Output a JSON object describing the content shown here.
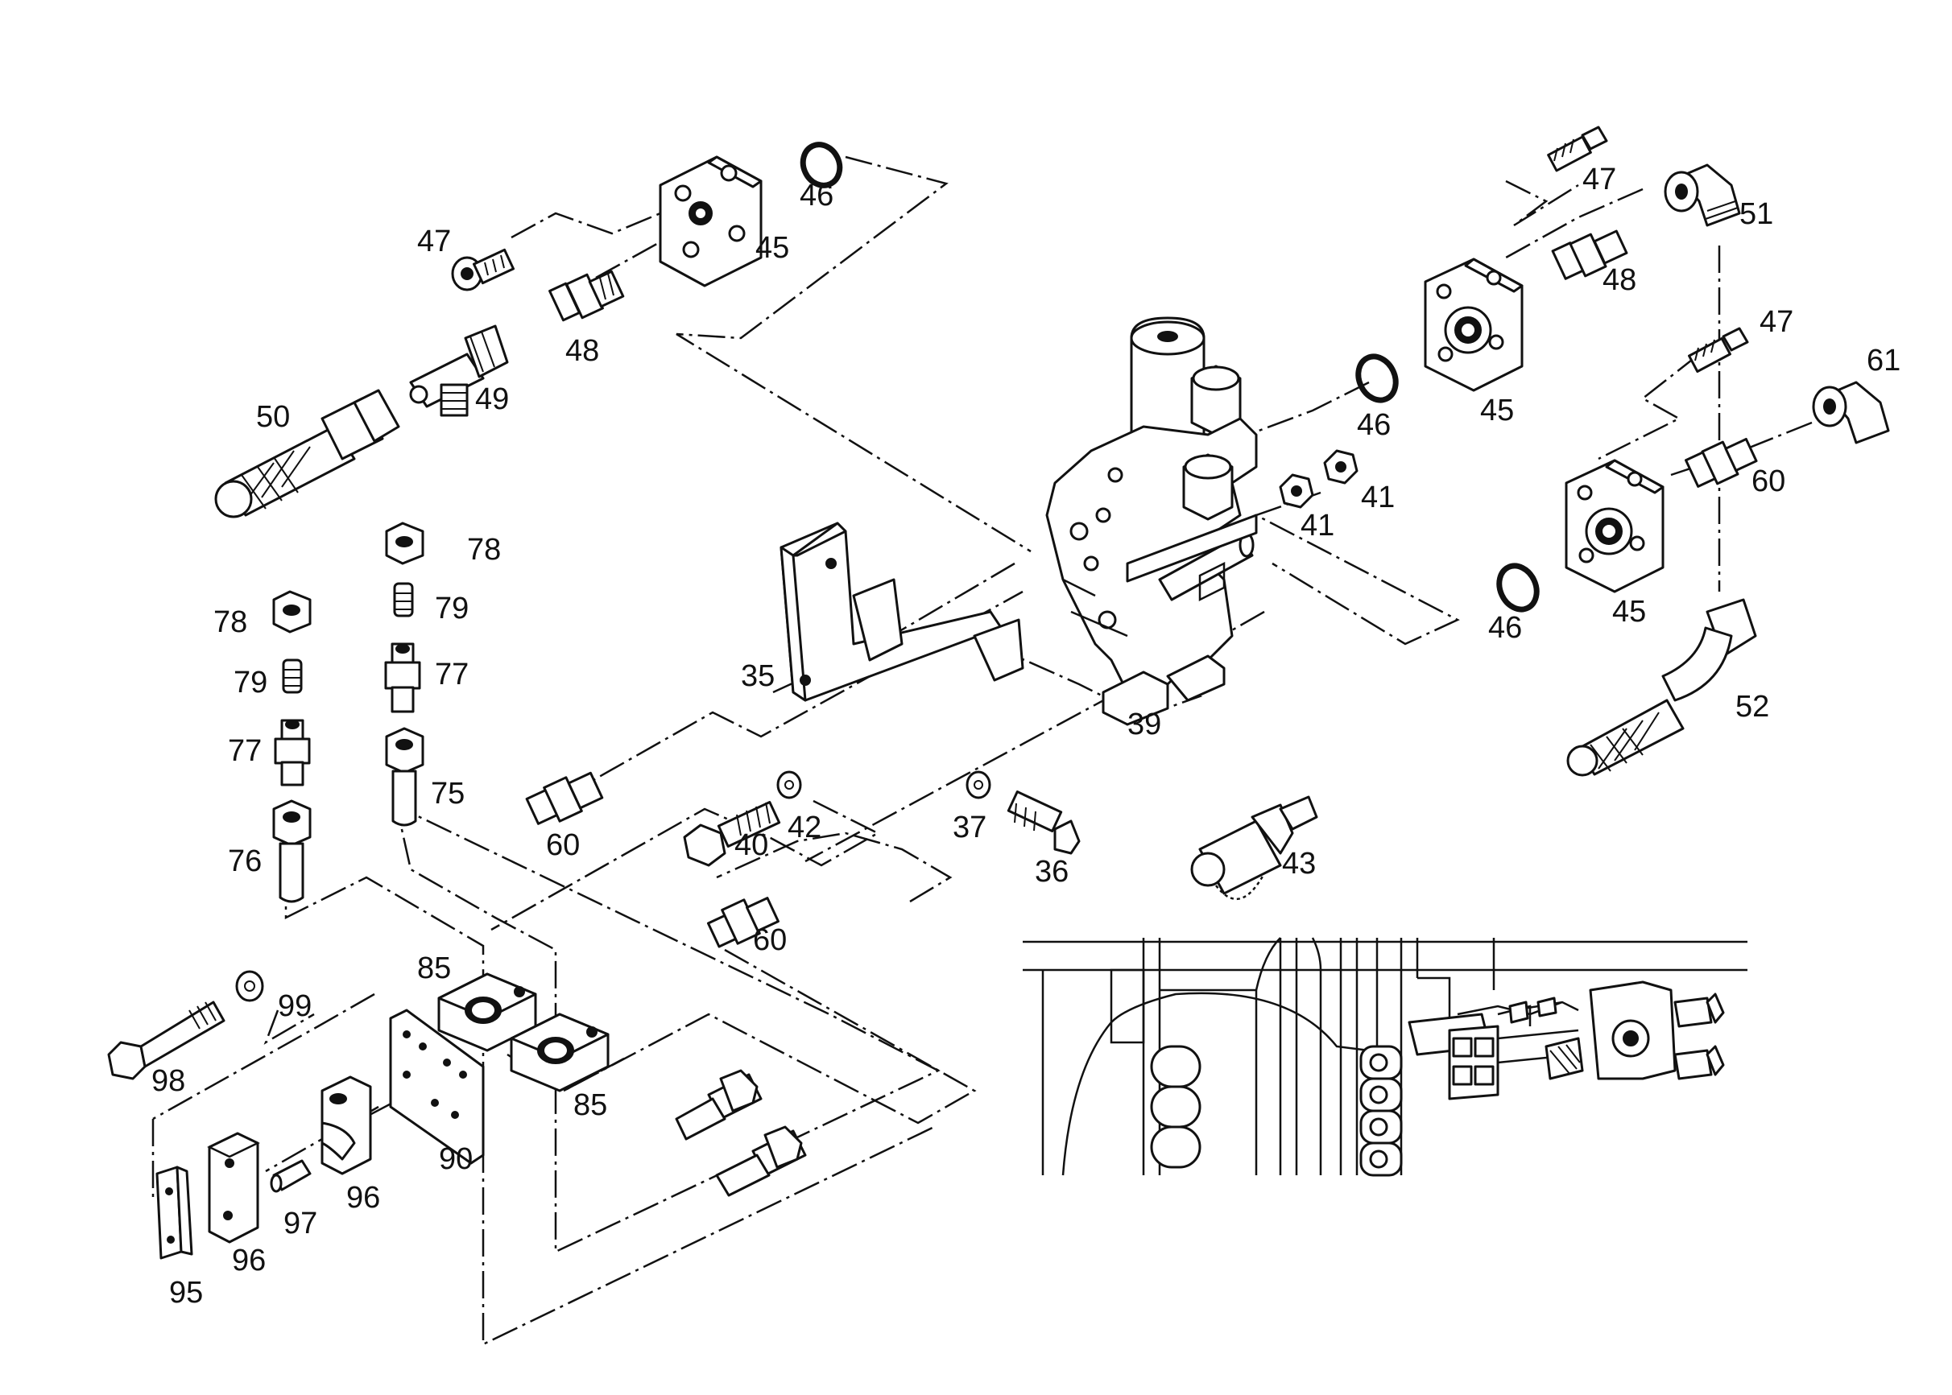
{
  "part_numbers": {
    "p35": "35",
    "p36": "36",
    "p37": "37",
    "p39": "39",
    "p40": "40",
    "p41a": "41",
    "p41b": "41",
    "p42": "42",
    "p43": "43",
    "p45a": "45",
    "p45b": "45",
    "p45c": "45",
    "p46a": "46",
    "p46b": "46",
    "p46c": "46",
    "p47a": "47",
    "p47b": "47",
    "p47c": "47",
    "p48a": "48",
    "p48b": "48",
    "p49": "49",
    "p50": "50",
    "p51": "51",
    "p52": "52",
    "p60a": "60",
    "p60b": "60",
    "p60c": "60",
    "p61": "61",
    "p75": "75",
    "p76": "76",
    "p77a": "77",
    "p77b": "77",
    "p78a": "78",
    "p78b": "78",
    "p79a": "79",
    "p79b": "79",
    "p85a": "85",
    "p85b": "85",
    "p90": "90",
    "p95": "95",
    "p96a": "96",
    "p96b": "96",
    "p97": "97",
    "p98": "98",
    "p99": "99"
  },
  "colors": {
    "ink": "#111111",
    "paper": "#ffffff"
  }
}
